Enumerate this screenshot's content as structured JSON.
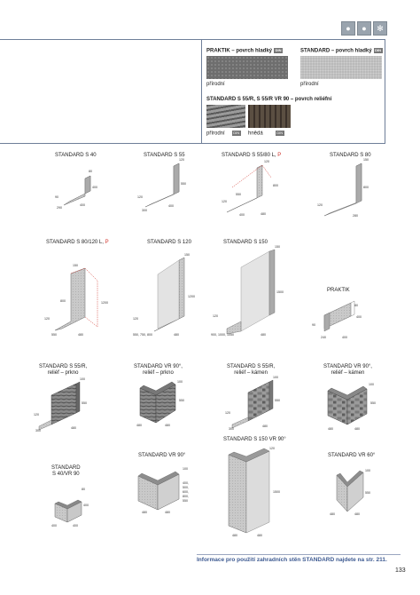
{
  "header_icons": [
    "water-drop-icon",
    "water-drop-icon",
    "snowflake-icon"
  ],
  "surfaces": {
    "praktik_title": "PRAKTIK – povrch hladký",
    "standard_title": "STANDARD – povrch hladký",
    "relief_title": "STANDARD S 55/R, S 55/R VR 90 – povrch reliéfní",
    "praktik_color": "přírodní",
    "standard_color": "přírodní",
    "relief_color1": "přírodní",
    "relief_color2": "hnědá",
    "badge": "DIN"
  },
  "products": [
    {
      "name": "STANDARD S 40",
      "dims": [
        "80",
        "400",
        "90",
        "290",
        "400"
      ]
    },
    {
      "name": "STANDARD S 55",
      "dims": [
        "120",
        "550",
        "120",
        "300",
        "400"
      ]
    },
    {
      "name": "STANDARD S 55/80 L,",
      "suffix": "P",
      "dims": [
        "120",
        "800",
        "550",
        "120",
        "480",
        "400"
      ]
    },
    {
      "name": "STANDARD S 80",
      "dims": [
        "150",
        "800",
        "120",
        "280"
      ]
    },
    {
      "name": "STANDARD S 80/120 L,",
      "suffix": "P",
      "dims": [
        "150",
        "800",
        "1200",
        "120",
        "550",
        "480"
      ]
    },
    {
      "name": "STANDARD S 120",
      "dims": [
        "150",
        "1200",
        "120",
        "550, 750, 800",
        "480"
      ]
    },
    {
      "name": "STANDARD S 150",
      "dims": [
        "150",
        "1500",
        "120",
        "900, 1000, 1050",
        "480"
      ]
    },
    {
      "name": "PRAKTIK",
      "dims": [
        "80",
        "400",
        "90",
        "240",
        "400"
      ]
    },
    {
      "name_lines": [
        "STANDARD S 55/R,",
        "reliéf – prkno"
      ],
      "dims": [
        "100",
        "550",
        "120",
        "300",
        "480"
      ]
    },
    {
      "name_lines": [
        "STANDARD VR 90°,",
        "reliéf – prkno"
      ],
      "dims": [
        "100",
        "550",
        "480",
        "480"
      ]
    },
    {
      "name_lines": [
        "STANDARD S 55/R,",
        "reliéf – kámen"
      ],
      "dims": [
        "100",
        "550",
        "120",
        "300",
        "480"
      ]
    },
    {
      "name_lines": [
        "STANDARD VR 90°,",
        "reliéf – kámen"
      ],
      "dims": [
        "100",
        "550",
        "480",
        "480"
      ]
    },
    {
      "name": "STANDARD S 150 VR 90°",
      "dims": [
        "120",
        "1500",
        "480",
        "480"
      ]
    },
    {
      "name_lines": [
        "STANDARD",
        "S 40/VR 90"
      ],
      "dims": [
        "80",
        "400",
        "400",
        "400"
      ]
    },
    {
      "name": "STANDARD VR 90°",
      "dims": [
        "100",
        "400,",
        "500,",
        "600,",
        "800,",
        "550",
        "480",
        "480"
      ]
    },
    {
      "name": "STANDARD VR 60°",
      "dims": [
        "100",
        "550",
        "480",
        "480"
      ]
    }
  ],
  "footer": {
    "note": "Informace pro použití zahradních stěn STANDARD najdete na str. 211.",
    "page": "133"
  }
}
